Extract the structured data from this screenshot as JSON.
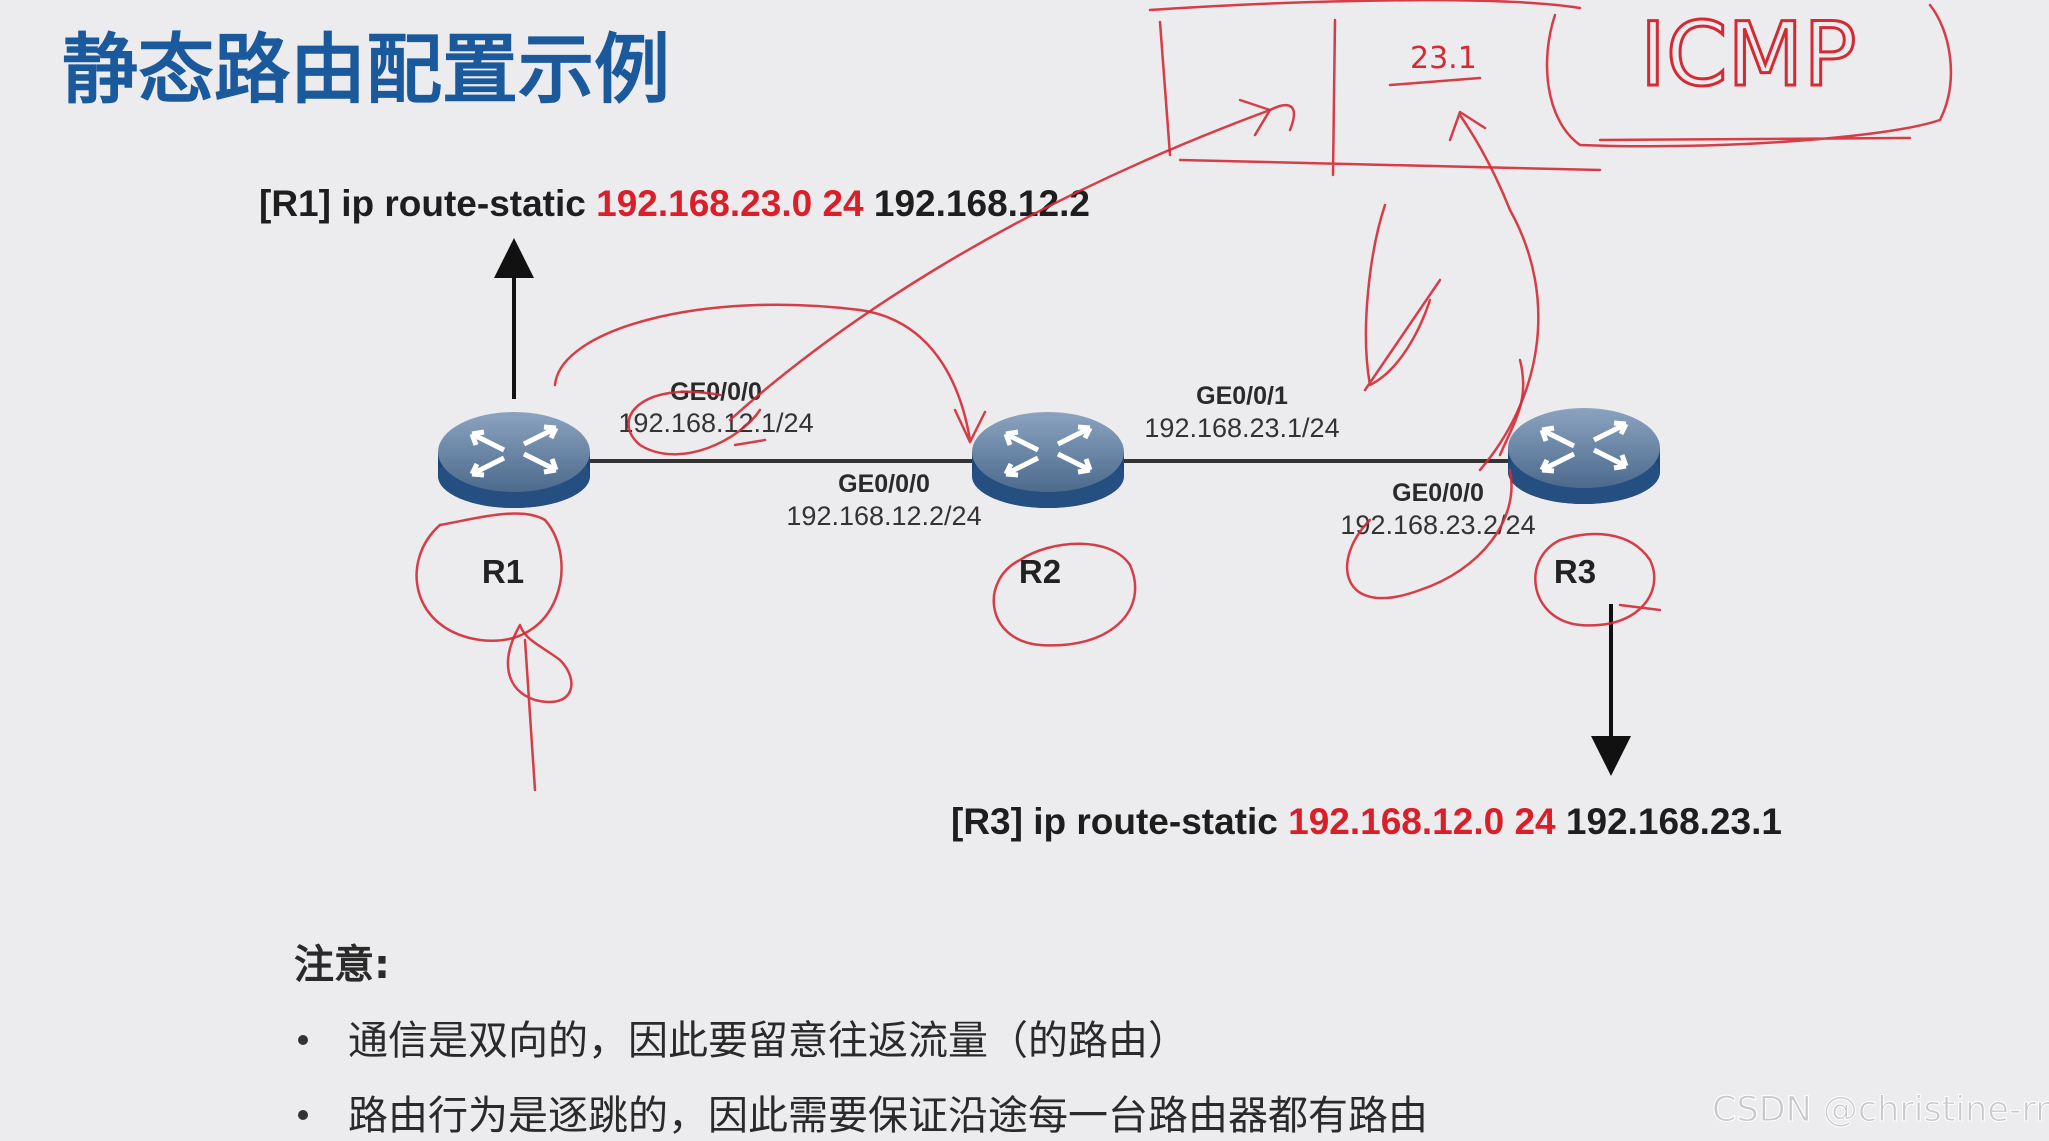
{
  "title": "静态路由配置示例",
  "r1_command": {
    "prefix": "[R1] ip route-static ",
    "dest": "192.168.23.0 24",
    "nexthop": " 192.168.12.2"
  },
  "r3_command": {
    "prefix": "[R3] ip route-static ",
    "dest": "192.168.12.0 24",
    "nexthop": " 192.168.23.1"
  },
  "routers": [
    {
      "name": "R1"
    },
    {
      "name": "R2"
    },
    {
      "name": "R3"
    }
  ],
  "interfaces": [
    {
      "name": "GE0/0/0",
      "ip": "192.168.12.1/24"
    },
    {
      "name": "GE0/0/0",
      "ip": "192.168.12.2/24"
    },
    {
      "name": "GE0/0/1",
      "ip": "192.168.23.1/24"
    },
    {
      "name": "GE0/0/0",
      "ip": "192.168.23.2/24"
    }
  ],
  "notes": {
    "heading": "注意:",
    "items": [
      "通信是双向的，因此要留意往返流量（的路由）",
      "路由行为是逐跳的，因此需要保证沿途每一台路由器都有路由"
    ]
  },
  "handwriting": {
    "icmp": "ICMP",
    "scribble": "23.1"
  },
  "watermark": "CSDN @christine-rr",
  "colors": {
    "title": "#1a5a9c",
    "highlight": "#d9202a",
    "router": "#4a6a8e",
    "ink": "#d42a34"
  }
}
